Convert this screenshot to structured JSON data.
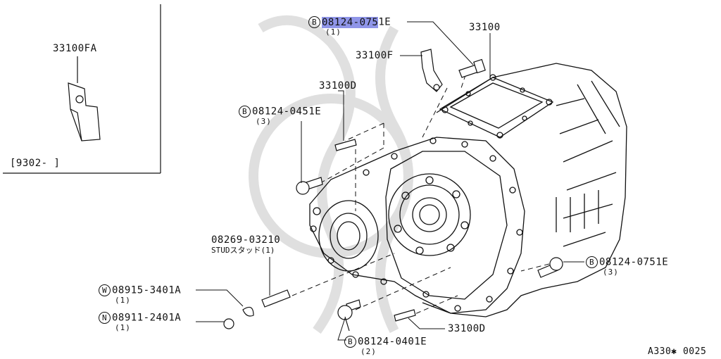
{
  "inset": {
    "part": "33100FA",
    "date_range": "[9302-     ]"
  },
  "callouts": [
    {
      "id": "bolt-top",
      "prefix": "B",
      "number_highlight": "08124-075",
      "number_rest": "1E",
      "qty": "(1)"
    },
    {
      "id": "case",
      "number": "33100"
    },
    {
      "id": "bracket",
      "number": "33100F"
    },
    {
      "id": "stud-upper",
      "number": "33100D"
    },
    {
      "id": "bolt-left",
      "prefix": "B",
      "number": "08124-0451E",
      "qty": "(3)"
    },
    {
      "id": "stud",
      "number": "08269-03210",
      "desc": "STUDスタッド(1)"
    },
    {
      "id": "washer",
      "prefix": "W",
      "number": "08915-3401A",
      "qty": "(1)"
    },
    {
      "id": "nut",
      "prefix": "N",
      "number": "08911-2401A",
      "qty": "(1)"
    },
    {
      "id": "bolt-right",
      "prefix": "B",
      "number": "08124-0751E",
      "qty": "(3)"
    },
    {
      "id": "stud-lower",
      "number": "33100D"
    },
    {
      "id": "bolt-bottom",
      "prefix": "B",
      "number": "08124-0401E",
      "qty": "(2)"
    }
  ],
  "figure_code": "A330✱ 0025"
}
